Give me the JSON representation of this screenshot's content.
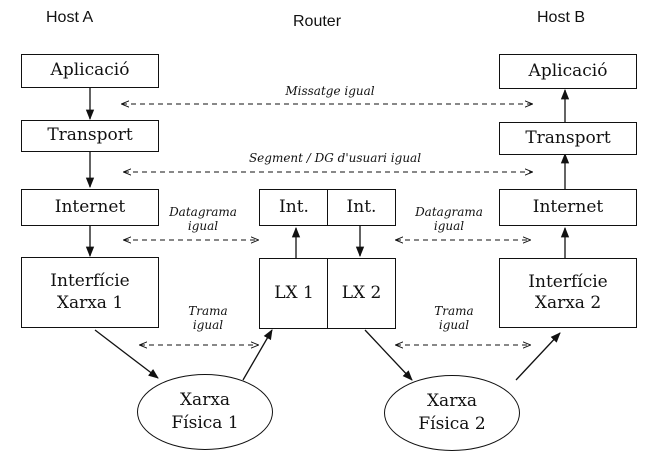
{
  "headers": {
    "host_a": "Host A",
    "router": "Router",
    "host_b": "Host B"
  },
  "host_a": {
    "application": "Aplicació",
    "transport": "Transport",
    "internet": "Internet",
    "interface_line1": "Interfície",
    "interface_line2": "Xarxa 1"
  },
  "host_b": {
    "application": "Aplicació",
    "transport": "Transport",
    "internet": "Internet",
    "interface_line1": "Interfície",
    "interface_line2": "Xarxa 2"
  },
  "router": {
    "int_left": "Int.",
    "int_right": "Int.",
    "lx1": "LX 1",
    "lx2": "LX 2"
  },
  "labels": {
    "message": "Missatge igual",
    "segment": "Segment / DG d'usuari igual",
    "datagram_left_1": "Datagrama",
    "datagram_left_2": "igual",
    "datagram_right_1": "Datagrama",
    "datagram_right_2": "igual",
    "frame_left_1": "Trama",
    "frame_left_2": "igual",
    "frame_right_1": "Trama",
    "frame_right_2": "igual"
  },
  "networks": {
    "net1_line1": "Xarxa",
    "net1_line2": "Física 1",
    "net2_line1": "Xarxa",
    "net2_line2": "Física 2"
  }
}
